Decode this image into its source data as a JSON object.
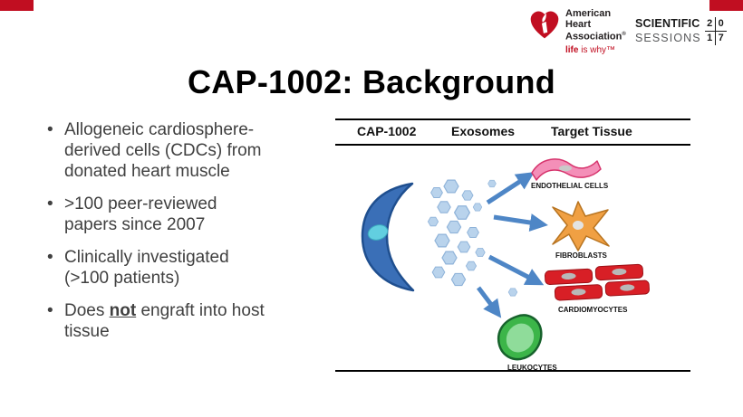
{
  "slide": {
    "title": "CAP-1002: Background"
  },
  "bullets": [
    {
      "text": "Allogeneic cardiosphere-\nderived cells (CDCs) from\ndonated heart muscle"
    },
    {
      "text": ">100 peer-reviewed\npapers since 2007"
    },
    {
      "text": "Clinically investigated\n(>100 patients)"
    },
    {
      "pre": "Does ",
      "emph": "not",
      "post": " engraft into host\ntissue"
    }
  ],
  "branding": {
    "aha_name_line1": "American",
    "aha_name_line2": "Heart",
    "aha_name_line3": "Association",
    "aha_registered": "®",
    "tagline_bold": "life",
    "tagline_rest": " is why™",
    "scientific": "SCIENTIFIC",
    "sessions": "SESSIONS",
    "year": {
      "tl": "2",
      "tr": "0",
      "bl": "1",
      "br": "7"
    }
  },
  "diagram": {
    "headers": [
      "CAP-1002",
      "Exosomes",
      "Target Tissue"
    ],
    "labels": {
      "endothelial": "ENDOTHELIAL CELLS",
      "fibroblasts": "FIBROBLASTS",
      "cardiomyocytes": "CARDIOMYOCYTES",
      "leukocytes": "LEUKOCYTES"
    }
  },
  "colors": {
    "aha_red": "#c10e21",
    "arrow_blue": "#4e86c6",
    "cdc_blue": "#3a6fb7",
    "cdc_nucleus_cyan": "#62cfe0",
    "exosome_blue": "#b9d3ec",
    "endothelial_pink": "#f48fb8",
    "fibroblast_orange": "#f0a043",
    "cardiomyocyte_red": "#d81f26",
    "leukocyte_green": "#3cb549"
  }
}
